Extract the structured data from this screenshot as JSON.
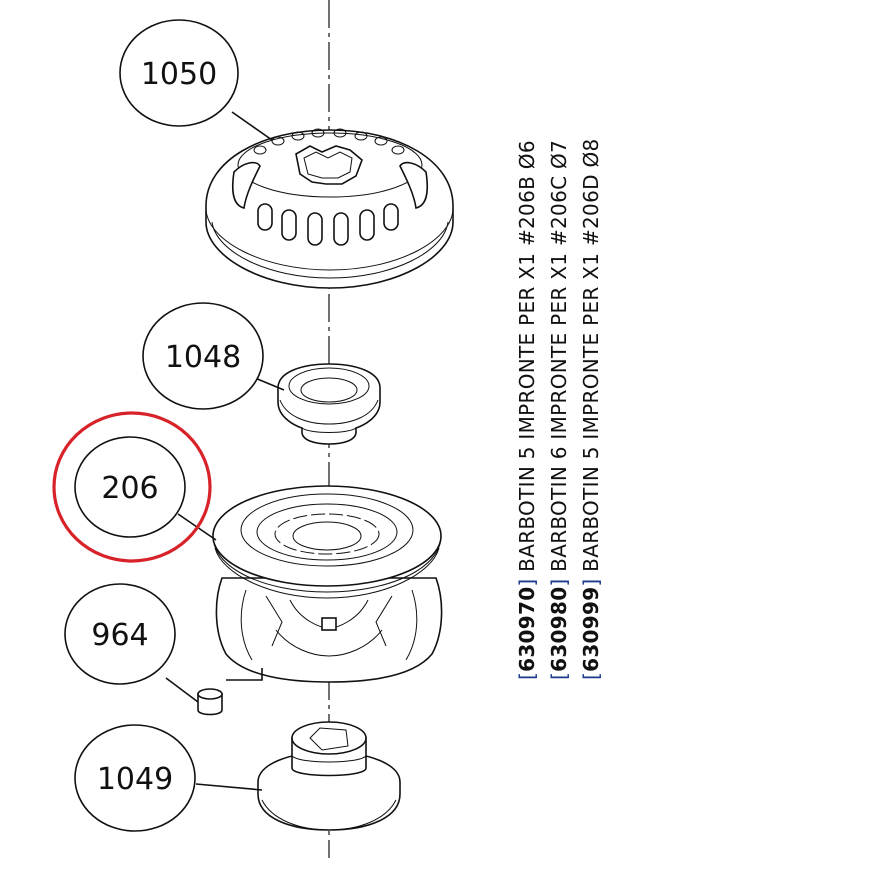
{
  "callouts": [
    {
      "id": "1050",
      "label": "1050"
    },
    {
      "id": "1048",
      "label": "1048"
    },
    {
      "id": "206",
      "label": "206",
      "highlight_color": "#d8222a"
    },
    {
      "id": "964",
      "label": "964"
    },
    {
      "id": "1049",
      "label": "1049"
    }
  ],
  "parts_notes": [
    {
      "code": "630970",
      "text": "BARBOTIN 5 IMPRONTE PER X1 #206B Ø6"
    },
    {
      "code": "630980",
      "text": "BARBOTIN 6 IMPRONTE PER X1 #206C Ø7"
    },
    {
      "code": "630999",
      "text": "BARBOTIN 5 IMPRONTE PER X1 #206D Ø8"
    }
  ],
  "colors": {
    "line": "#111111",
    "highlight": "#d8222a",
    "bracket": "#1a3a8a"
  }
}
